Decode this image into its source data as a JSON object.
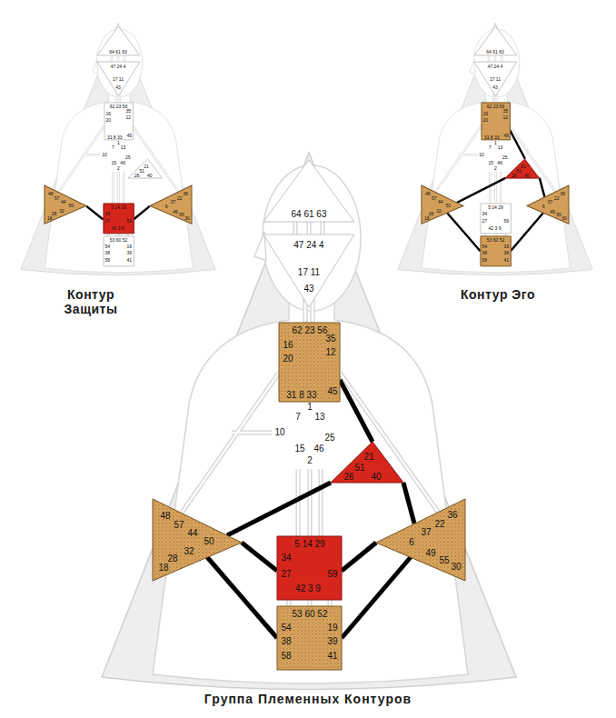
{
  "diagram": {
    "caption": "Группа Племенных Контуров",
    "nodes": [
      {
        "text": [
          "64 61 63"
        ]
      },
      {
        "text": [
          "47 24 4",
          "17 11",
          "43"
        ]
      },
      {
        "text": [
          "62 23 56",
          "16",
          "35",
          "20",
          "12",
          "31 8 33",
          "45"
        ]
      },
      {
        "text": [
          "1",
          "7",
          "13",
          "10",
          "25",
          "15",
          "46",
          "2"
        ]
      },
      {
        "text": [
          "21",
          "51",
          "26",
          "40"
        ]
      },
      {
        "text": [
          "48",
          "57",
          "44",
          "50",
          "32",
          "28",
          "18"
        ]
      },
      {
        "text": [
          "5 14 29",
          "34",
          "27",
          "59",
          "42 3 9"
        ]
      },
      {
        "text": [
          "36",
          "22",
          "37",
          "6",
          "49",
          "55",
          "30"
        ]
      },
      {
        "text": [
          "53 60 52",
          "54",
          "19",
          "38",
          "39",
          "58",
          "41"
        ]
      },
      {
        "text": [
          "64 61 63"
        ]
      },
      {
        "text": [
          "47 24 4",
          "17 11",
          "43"
        ]
      },
      {
        "text": [
          "62 23 56",
          "16",
          "35",
          "20",
          "12",
          "31 8 33",
          "45"
        ]
      },
      {
        "text": [
          "1",
          "7",
          "13",
          "10",
          "25",
          "15",
          "46",
          "2"
        ]
      },
      {
        "text": [
          "21",
          "51",
          "26",
          "40"
        ]
      },
      {
        "text": [
          "48",
          "57",
          "44",
          "50",
          "32",
          "28",
          "18"
        ]
      },
      {
        "text": [
          "5 14 29",
          "34",
          "27",
          "59",
          "42 3 9"
        ]
      },
      {
        "text": [
          "36",
          "22",
          "37",
          "6",
          "49",
          "55",
          "30"
        ]
      },
      {
        "text": [
          "53 60 52",
          "54",
          "19",
          "38",
          "39",
          "58",
          "41"
        ]
      },
      {
        "text": [
          "64 61 63"
        ]
      },
      {
        "text": [
          "47 24 4",
          "17 11",
          "43"
        ]
      },
      {
        "text": [
          "62 23 56",
          "16",
          "35",
          "20",
          "12",
          "31 8 33",
          "45"
        ]
      },
      {
        "text": [
          "1",
          "7",
          "13",
          "10",
          "25",
          "15",
          "46",
          "2"
        ]
      },
      {
        "text": [
          "21",
          "51",
          "26",
          "40"
        ]
      },
      {
        "text": [
          "48",
          "57",
          "44",
          "50",
          "32",
          "28",
          "18"
        ]
      },
      {
        "text": [
          "5 14 29",
          "34",
          "27",
          "59",
          "42 3 9"
        ]
      },
      {
        "text": [
          "36",
          "22",
          "37",
          "6",
          "49",
          "55",
          "30"
        ]
      },
      {
        "text": [
          "53 60 52",
          "54",
          "19",
          "38",
          "39",
          "58",
          "41"
        ]
      }
    ],
    "edges": [
      {
        "from": 5,
        "to": 6,
        "arrow": "none"
      },
      {
        "from": 6,
        "to": 7,
        "arrow": "none"
      },
      {
        "from": 11,
        "to": 13,
        "arrow": "none"
      },
      {
        "from": 13,
        "to": 14,
        "arrow": "none"
      },
      {
        "from": 13,
        "to": 16,
        "arrow": "none"
      },
      {
        "from": 14,
        "to": 17,
        "arrow": "none"
      },
      {
        "from": 16,
        "to": 17,
        "arrow": "none"
      },
      {
        "from": 20,
        "to": 22,
        "arrow": "none"
      },
      {
        "from": 22,
        "to": 23,
        "arrow": "none"
      },
      {
        "from": 22,
        "to": 25,
        "arrow": "none"
      },
      {
        "from": 23,
        "to": 24,
        "arrow": "none"
      },
      {
        "from": 24,
        "to": 25,
        "arrow": "none"
      },
      {
        "from": 23,
        "to": 26,
        "arrow": "none"
      },
      {
        "from": 25,
        "to": 26,
        "arrow": "none"
      }
    ],
    "labels": [
      "Контур Защиты",
      "Контур Эго"
    ]
  }
}
